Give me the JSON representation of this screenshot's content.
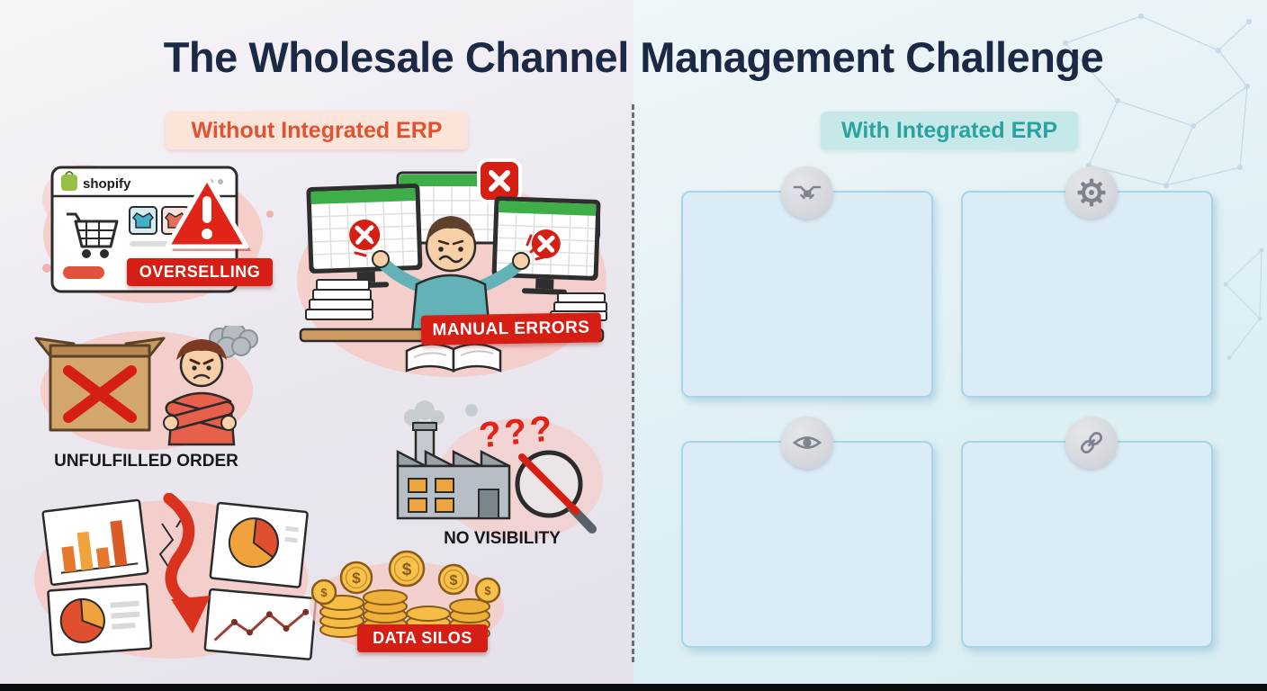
{
  "title": "The Wholesale Channel Management Challenge",
  "left": {
    "badge": "Without Integrated ERP",
    "shopify_logo": "shopify",
    "question_marks": "???",
    "coin_symbol": "$",
    "items": [
      {
        "label": "OVERSELLING"
      },
      {
        "label": "MANUAL ERRORS"
      },
      {
        "label": "UNFULFILLED ORDER"
      },
      {
        "label": "NO VISIBILITY"
      },
      {
        "label": "DATA SILOS"
      }
    ]
  },
  "right": {
    "badge": "With Integrated ERP",
    "cards": [
      {
        "icon": "handshake-icon"
      },
      {
        "icon": "gear-icon"
      },
      {
        "icon": "eye-icon"
      },
      {
        "icon": "link-icon"
      }
    ]
  },
  "colors": {
    "title_text": "#1c2945",
    "left_badge_text": "#e2522e",
    "left_badge_bg": "#fbe4d9",
    "right_badge_text": "#29a39e",
    "right_badge_bg": "#c7e8e8",
    "alert_red": "#d61f14",
    "card_bg": "#dcecf6",
    "card_border": "#a9d3e6"
  }
}
